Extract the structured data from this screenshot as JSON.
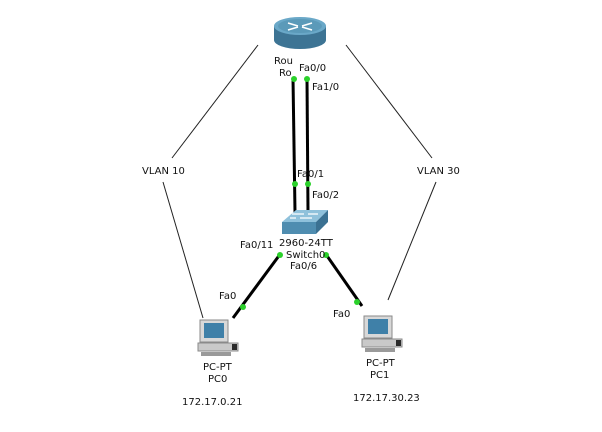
{
  "router": {
    "model_label": "Rou",
    "name_label": "Ro",
    "port_fa0_0": "Fa0/0",
    "port_fa1_0": "Fa1/0"
  },
  "switch": {
    "model_label": "2960-24TT",
    "name_label": "Switch0",
    "port_fa0_1": "Fa0/1",
    "port_fa0_2": "Fa0/2",
    "port_fa0_11": "Fa0/11",
    "port_fa0_6": "Fa0/6"
  },
  "pc0": {
    "model_label": "PC-PT",
    "name_label": "PC0",
    "port": "Fa0",
    "ip": "172.17.0.21"
  },
  "pc1": {
    "model_label": "PC-PT",
    "name_label": "PC1",
    "port": "Fa0",
    "ip": "172.17.30.23"
  },
  "vlan_left": "VLAN 10",
  "vlan_right": "VLAN 30",
  "colors": {
    "link_up": "#2bd12b",
    "router_body": "#4f8fb0",
    "switch_body": "#5a9cbf",
    "pc_screen": "#3f80a8"
  }
}
